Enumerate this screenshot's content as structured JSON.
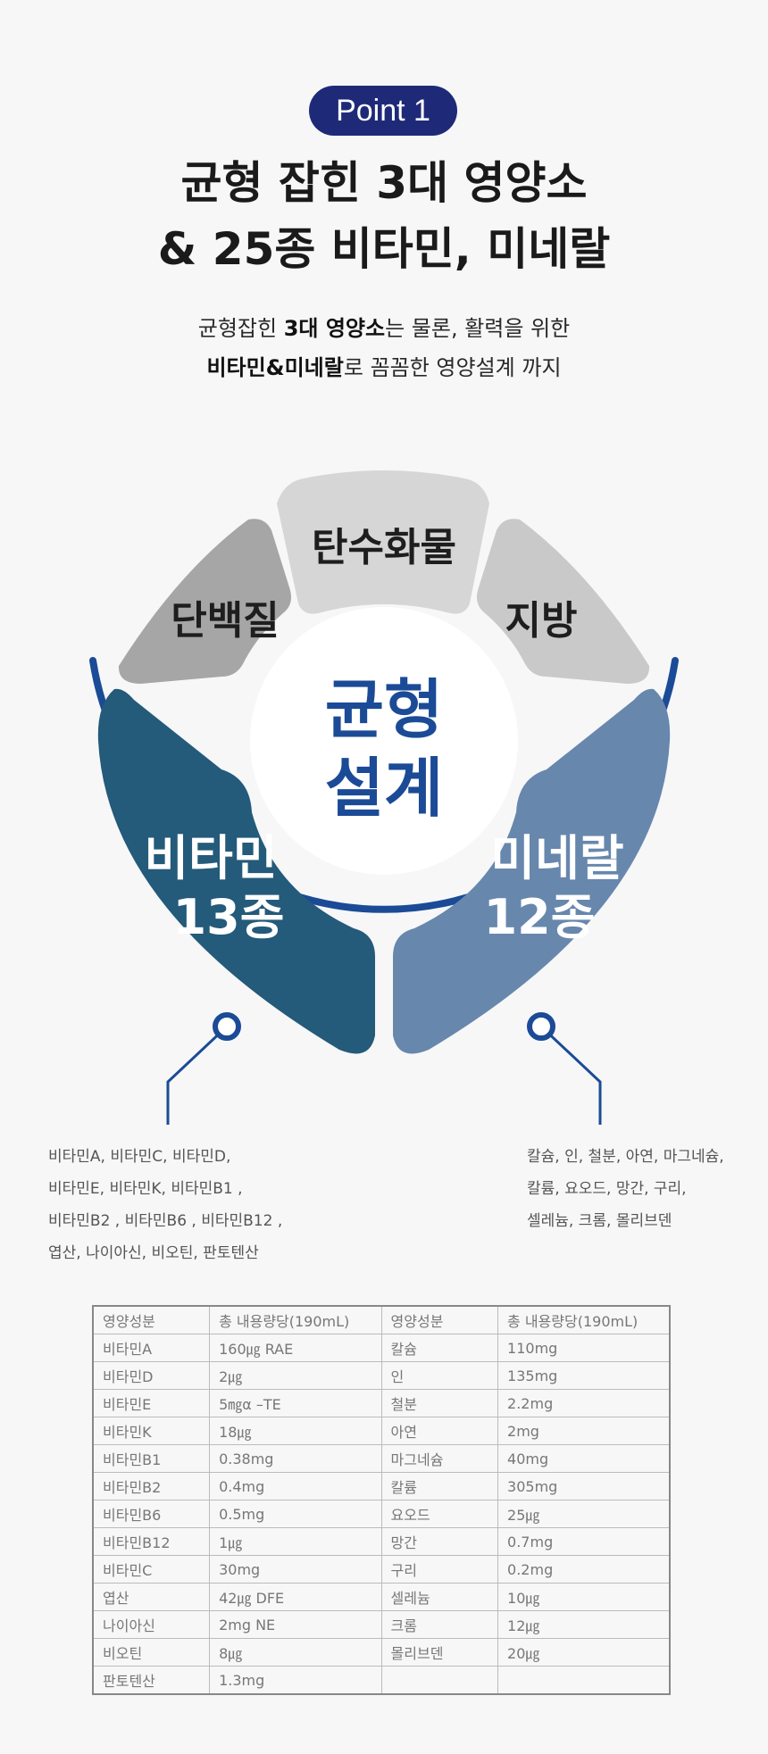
{
  "badge": "Point 1",
  "title": {
    "line1": "균형 잡힌 3대 영양소",
    "line2": "& 25종 비타민, 미네랄"
  },
  "subtitle": {
    "line1_a": "균형잡힌 ",
    "line1_b": "3대 영양소",
    "line1_c": "는 물론, 활력을 위한",
    "line2_a": "비타민&미네랄",
    "line2_b": "로 꼼꼼한 영양설계 까지"
  },
  "wheel": {
    "protein": "단백질",
    "carbs": "탄수화물",
    "fat": "지방",
    "center_line1": "균형",
    "center_line2": "설계",
    "vitamin_line1": "비타민",
    "vitamin_line2": "13종",
    "mineral_line1": "미네랄",
    "mineral_line2": "12종",
    "colors": {
      "macro": "#a6a6a6",
      "carb": "#d6d6d6",
      "fat": "#c9c9c9",
      "vitamin": "#245a7a",
      "mineral": "#6787ad",
      "ring": "#1b4b96",
      "center_text": "#1b4b96"
    }
  },
  "vitamin_list": [
    "비타민A, 비타민C, 비타민D,",
    "비타민E, 비타민K, 비타민B1 ,",
    "비타민B2 , 비타민B6 , 비타민B12 ,",
    "엽산, 나이아신, 비오틴, 판토텐산"
  ],
  "mineral_list": [
    "칼슘, 인, 철분, 아연, 마그네슘,",
    "칼륨, 요오드, 망간, 구리,",
    "셀레늄, 크롬, 몰리브덴"
  ],
  "table": {
    "headers": [
      "영양성분",
      "총 내용량당(190mL)",
      "영양성분",
      "총 내용량당(190mL)"
    ],
    "rows": [
      [
        "비타민A",
        "160㎍ RAE",
        "칼슘",
        "110mg"
      ],
      [
        "비타민D",
        "2㎍",
        "인",
        "135mg"
      ],
      [
        "비타민E",
        "5㎎α –TE",
        "철분",
        "2.2mg"
      ],
      [
        "비타민K",
        "18㎍",
        "아연",
        "2mg"
      ],
      [
        "비타민B1",
        "0.38mg",
        "마그네슘",
        "40mg"
      ],
      [
        "비타민B2",
        "0.4mg",
        "칼륨",
        "305mg"
      ],
      [
        "비타민B6",
        "0.5mg",
        "요오드",
        "25㎍"
      ],
      [
        "비타민B12",
        "1㎍",
        "망간",
        "0.7mg"
      ],
      [
        "비타민C",
        "30mg",
        "구리",
        "0.2mg"
      ],
      [
        "엽산",
        "42㎍ DFE",
        "셀레늄",
        "10㎍"
      ],
      [
        "나이아신",
        "2mg NE",
        "크롬",
        "12㎍"
      ],
      [
        "비오틴",
        "8㎍",
        "몰리브덴",
        "20㎍"
      ],
      [
        "판토텐산",
        "1.3mg",
        "",
        ""
      ]
    ]
  }
}
